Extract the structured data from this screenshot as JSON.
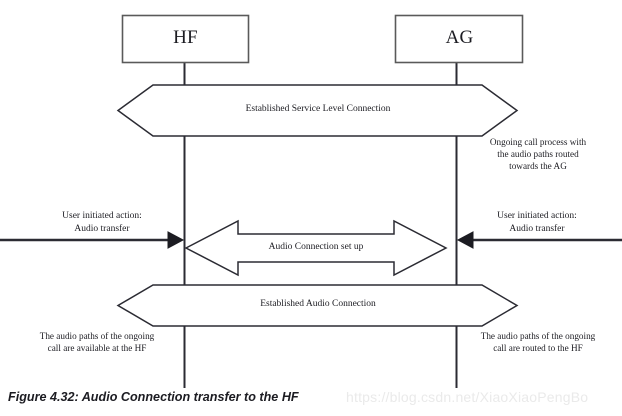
{
  "figure": {
    "caption": "Figure 4.32: Audio Connection transfer to the HF",
    "watermark": "https://blog.csdn.net/XiaoXiaoPengBo",
    "colors": {
      "stroke": "#2b2b33",
      "box_stroke": "#5a5a5a",
      "background": "#ffffff",
      "watermark": "#eaeaea"
    }
  },
  "nodes": [
    {
      "id": "hf",
      "label": "HF"
    },
    {
      "id": "ag",
      "label": "AG"
    }
  ],
  "messages": [
    {
      "id": "service-level",
      "label": "Established Service Level Connection",
      "shape": "hexagon"
    },
    {
      "id": "audio-setup",
      "label": "Audio Connection set up",
      "shape": "double-arrow"
    },
    {
      "id": "audio-established",
      "label": "Established Audio Connection",
      "shape": "hexagon"
    }
  ],
  "actions": [
    {
      "id": "hf-user-action",
      "line1": "User initiated action:",
      "line2": "Audio transfer",
      "direction": "right"
    },
    {
      "id": "ag-user-action",
      "line1": "User initiated action:",
      "line2": "Audio transfer",
      "direction": "left"
    }
  ],
  "notes": [
    {
      "id": "ongoing-call-note",
      "lines": [
        "Ongoing call process with",
        "the audio paths routed",
        "towards the AG"
      ]
    },
    {
      "id": "hf-audio-note",
      "lines": [
        "The audio paths of the ongoing",
        "call are available at the HF"
      ]
    },
    {
      "id": "ag-audio-note",
      "lines": [
        "The audio paths of the ongoing",
        "call are routed to the HF"
      ]
    }
  ]
}
